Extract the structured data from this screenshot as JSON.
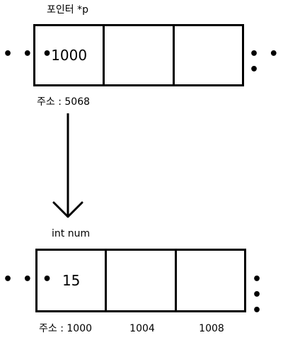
{
  "pointer_block": {
    "title": "포인터 *p",
    "cells": [
      "1000",
      "",
      ""
    ],
    "address_label": "주소 : 5068"
  },
  "int_block": {
    "title": "int num",
    "cells": [
      "15",
      "",
      ""
    ],
    "address_label": "주소 : 1000",
    "next_addresses": [
      "1004",
      "1008"
    ]
  },
  "ellipsis": "• • •"
}
